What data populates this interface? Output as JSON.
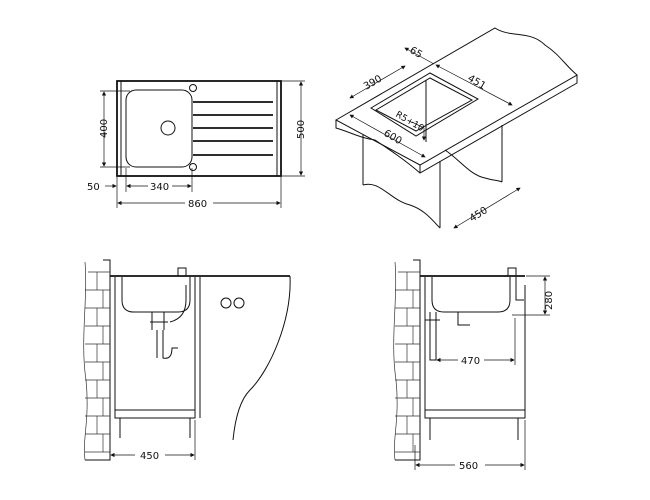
{
  "plan_view": {
    "bowl_depth": "400",
    "overall_depth": "500",
    "edge_offset": "50",
    "bowl_width": "340",
    "overall_width": "860"
  },
  "iso_view": {
    "back_margin": "65",
    "cutout_width": "390",
    "cutout_length": "451",
    "corner_radius": "R5+10",
    "cabinet_width": "600",
    "cabinet_depth": "450"
  },
  "front_view": {
    "cabinet_width": "450"
  },
  "side_view": {
    "bowl_height": "280",
    "drain_offset": "470",
    "cabinet_depth": "560"
  },
  "colors": {
    "line": "#111111",
    "background": "#ffffff"
  }
}
